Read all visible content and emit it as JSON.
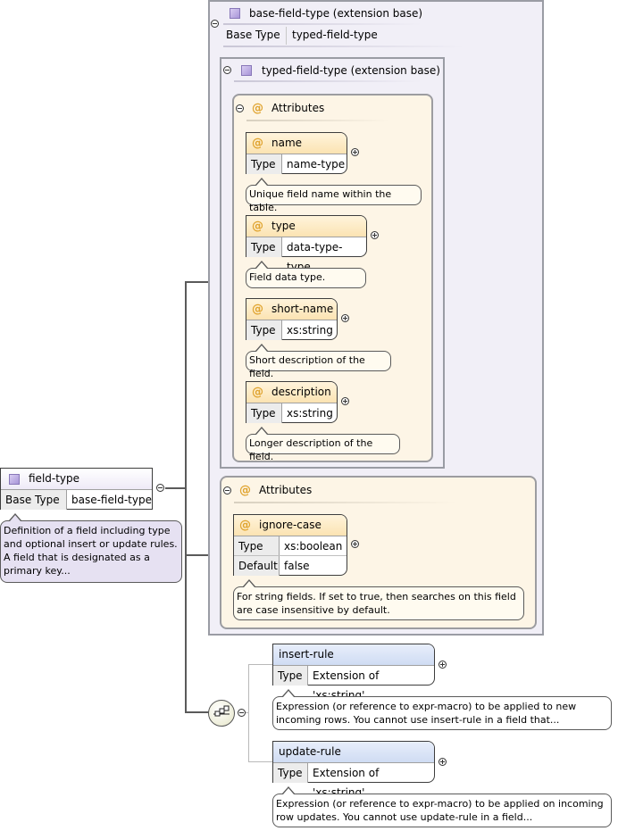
{
  "base_ext": {
    "title": "base-field-type (extension base)",
    "base_type_label": "Base Type",
    "base_type_value": "typed-field-type"
  },
  "typed_ext": {
    "title": "typed-field-type (extension base)"
  },
  "attrs1": {
    "title": "Attributes",
    "items": [
      {
        "name": "name",
        "type_label": "Type",
        "type_value": "name-type",
        "doc": "Unique field name within the table."
      },
      {
        "name": "type",
        "type_label": "Type",
        "type_value": "data-type-type",
        "doc": "Field data type."
      },
      {
        "name": "short-name",
        "type_label": "Type",
        "type_value": "xs:string",
        "doc": "Short description of the field."
      },
      {
        "name": "description",
        "type_label": "Type",
        "type_value": "xs:string",
        "doc": "Longer description of the field."
      }
    ]
  },
  "attrs2": {
    "title": "Attributes",
    "item": {
      "name": "ignore-case",
      "type_label": "Type",
      "type_value": "xs:boolean",
      "default_label": "Default",
      "default_value": "false",
      "doc_line1": "For string fields. If set to true, then searches on this field",
      "doc_line2": "are case insensitive by default."
    }
  },
  "field_type": {
    "name": "field-type",
    "base_type_label": "Base Type",
    "base_type_value": "base-field-type",
    "doc_line1": "Definition of a field including type",
    "doc_line2": "and optional insert or update rules.",
    "doc_line3": "A field that is designated as a",
    "doc_line4": "primary key..."
  },
  "insert_rule": {
    "name": "insert-rule",
    "type_label": "Type",
    "type_value": "Extension of 'xs:string'",
    "doc_line1": "Expression (or reference to expr-macro) to be applied to new",
    "doc_line2": "incoming rows. You cannot use insert-rule in a field that..."
  },
  "update_rule": {
    "name": "update-rule",
    "type_label": "Type",
    "type_value": "Extension of 'xs:string'",
    "doc_line1": "Expression (or reference to expr-macro) to be applied on incoming",
    "doc_line2": "row updates. You cannot use update-rule in a field..."
  },
  "icons": [
    "complex-type-icon",
    "attribute-icon",
    "collapse-icon",
    "expand-icon",
    "sequence-icon"
  ],
  "colors": {
    "attribute_header": "#fbe3b2",
    "element_header": "#cfdcf3",
    "extension_bg": "#f1eff7",
    "attribute_group_bg": "#fdf5e6",
    "annotation_purple": "#e6e1f2"
  }
}
